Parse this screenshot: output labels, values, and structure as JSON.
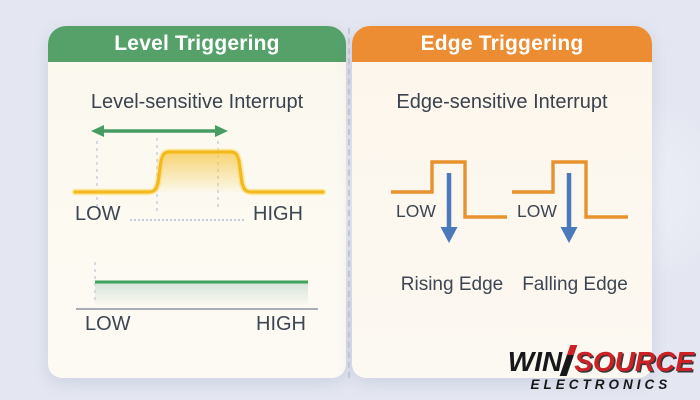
{
  "left_panel": {
    "header": "Level Triggering",
    "title": "Level-sensitive Interrupt",
    "wave_labels": {
      "low": "LOW",
      "high": "HIGH"
    },
    "level_line_labels": {
      "low": "LOW",
      "high": "HIGH"
    }
  },
  "right_panel": {
    "header": "Edge Triggering",
    "title": "Edge-sensitive Interrupt",
    "pulse1_label": "LOW",
    "pulse2_label": "LOW",
    "caption_rising": "Rising Edge",
    "caption_falling": "Falling Edge"
  },
  "logo": {
    "part1": "WIN",
    "part2": "SOURCE",
    "subtitle": "ELECTRONICS"
  },
  "colors": {
    "bg": "#e4e7f1",
    "green-header": "#55a169",
    "orange-header": "#ec8d33",
    "header-text": "#ffffff",
    "panel-left-bg": "#fbf9ee",
    "panel-right-bg": "#fdf6ec",
    "ink": "#39424e",
    "label-ink": "#3d4653",
    "yellow-line": "#f2ba1f",
    "yellow-glow": "#ffd966",
    "green-arrow": "#469c63",
    "green-line": "#3fa35a",
    "baseline-grey": "#a9aeb6",
    "guide-grey": "#c5ccdb",
    "orange-line": "#e8922f",
    "blue-arrow": "#4b7abc",
    "logo-red": "#ce2027",
    "logo-black": "#17181a"
  }
}
